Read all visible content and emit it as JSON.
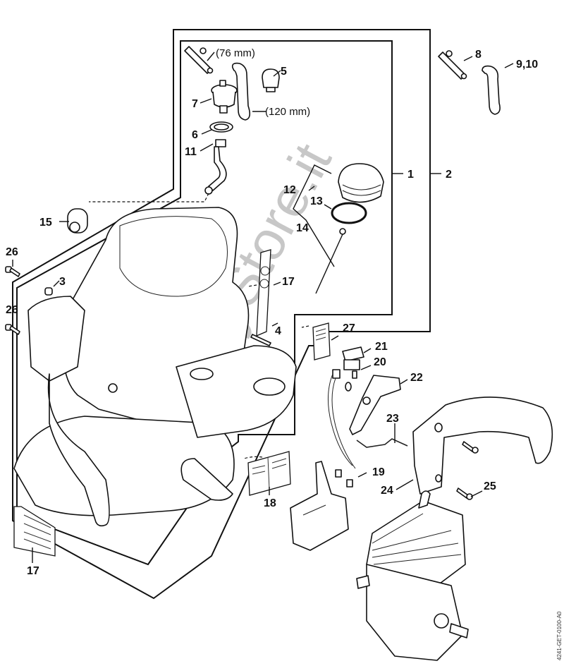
{
  "diagram": {
    "title": "Blower housing / fuel tank exploded parts diagram",
    "drawing_code": "4241-GET-0100-A0",
    "watermark": "HobbyStore.it",
    "size_notes": {
      "hose_short": "(76 mm)",
      "hose_long": "(120 mm)"
    },
    "callouts": [
      {
        "id": "1",
        "text": "1"
      },
      {
        "id": "2",
        "text": "2"
      },
      {
        "id": "3",
        "text": "3"
      },
      {
        "id": "4",
        "text": "4"
      },
      {
        "id": "5",
        "text": "5"
      },
      {
        "id": "6",
        "text": "6"
      },
      {
        "id": "7",
        "text": "7"
      },
      {
        "id": "8",
        "text": "8"
      },
      {
        "id": "9-10",
        "text": "9,10"
      },
      {
        "id": "11",
        "text": "11"
      },
      {
        "id": "12",
        "text": "12"
      },
      {
        "id": "13",
        "text": "13"
      },
      {
        "id": "14",
        "text": "14"
      },
      {
        "id": "15",
        "text": "15"
      },
      {
        "id": "17a",
        "text": "17"
      },
      {
        "id": "17b",
        "text": "17"
      },
      {
        "id": "18",
        "text": "18"
      },
      {
        "id": "19",
        "text": "19"
      },
      {
        "id": "20",
        "text": "20"
      },
      {
        "id": "21",
        "text": "21"
      },
      {
        "id": "22",
        "text": "22"
      },
      {
        "id": "23",
        "text": "23"
      },
      {
        "id": "24",
        "text": "24"
      },
      {
        "id": "25",
        "text": "25"
      },
      {
        "id": "26a",
        "text": "26"
      },
      {
        "id": "26b",
        "text": "26"
      },
      {
        "id": "27",
        "text": "27"
      }
    ]
  }
}
